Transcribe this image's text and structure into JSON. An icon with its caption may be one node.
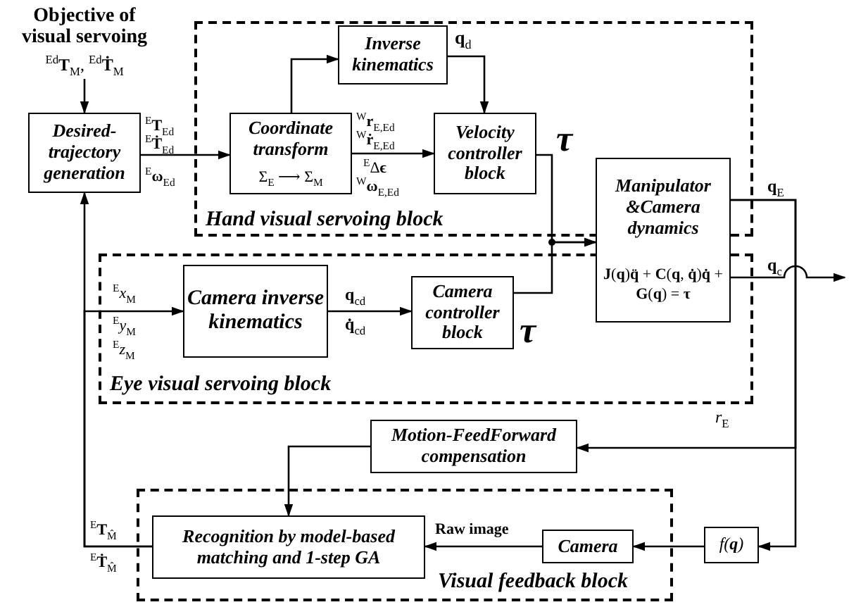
{
  "diagram": {
    "nodes": [
      {
        "text": [
          "Objective of visual servoing",
          "$^{Ed}$**T**$_{M}$, $^{Ed}$**Ṫ**$_{M}$"
        ]
      },
      {
        "text": [
          "Hand visual servoing block"
        ]
      },
      {
        "text": [
          "Inverse kinematics"
        ],
        "in": 1
      },
      {
        "text": [
          "Desired-trajectory generation"
        ]
      },
      {
        "text": [
          "Coordinate transform",
          "Σ$_{E}$ ⟶ Σ$_{M}$"
        ],
        "in": 1
      },
      {
        "text": [
          "Velocity controller block"
        ],
        "in": 1
      },
      {
        "text": [
          "Manipulator &Camera dynamics",
          "**J**(**q**)**q̈** + **C**(**q**, **q̇**)**q̇** + **G**(**q**) = **τ**"
        ]
      },
      {
        "text": [
          "Eye visual servoing block"
        ]
      },
      {
        "text": [
          "Camera inverse kinematics"
        ],
        "in": 7
      },
      {
        "text": [
          "Camera controller block"
        ],
        "in": 7
      },
      {
        "text": [
          "Motion-FeedForward compensation"
        ]
      },
      {
        "text": [
          "Visual feedback block"
        ]
      },
      {
        "text": [
          "Recognition by model-based matching and 1-step GA"
        ],
        "in": 11
      },
      {
        "text": [
          "Camera"
        ],
        "in": 11
      },
      {
        "text": [
          "*f*(**q**)"
        ]
      }
    ],
    "edges": [
      {
        "from": 0,
        "to": 3,
        "arrow": "to"
      },
      {
        "from": 3,
        "to": 4,
        "arrow": "to"
      },
      {
        "from": 4,
        "to": 2,
        "arrow": "to"
      },
      {
        "from": 2,
        "to": 5,
        "arrow": "to"
      },
      {
        "from": 4,
        "to": 5,
        "arrow": "to"
      },
      {
        "from": 5,
        "to": 6,
        "arrow": "to"
      },
      {
        "from": 9,
        "to": 6,
        "arrow": "to"
      },
      {
        "from": 8,
        "to": 9,
        "arrow": "to"
      },
      {
        "from": 12,
        "to": 3,
        "arrow": "to"
      },
      {
        "from": 12,
        "to": 8,
        "arrow": "to"
      },
      {
        "from": 6,
        "to": 14,
        "arrow": "to"
      },
      {
        "from": 6,
        "to": 10,
        "arrow": "to"
      },
      {
        "from": 6,
        "to": null,
        "arrow": "to"
      },
      {
        "from": 10,
        "to": 12,
        "arrow": "to"
      },
      {
        "from": 14,
        "to": 13,
        "arrow": "to"
      },
      {
        "from": 13,
        "to": 12,
        "arrow": "to",
        "label": "Raw image"
      }
    ],
    "labels": [
      "$^{E}$**T**$_{Ed}$",
      "$^{E}$**Ṫ**$_{Ed}$",
      "$^{E}$**ω**$_{Ed}$",
      "**q**$_{d}$",
      "$^{W}$**r**$_{E,Ed}$",
      "$^{W}$**ṙ**$_{E,Ed}$",
      "$^{E}$Δ**ϵ**",
      "$^{W}$**ω**$_{E,Ed}$",
      "τ",
      "τ",
      "**q**$_{E}$",
      "**q**$_{c}$",
      "$^{E}$*x*$_{M}$",
      "$^{E}$*y*$_{M}$",
      "$^{E}$*z*$_{M}$",
      "**q**$_{cd}$",
      "**q̇**$_{cd}$",
      "*r*$_{E}$",
      "$^{E}$**T**$_{M̂}$",
      "$^{E}$**Ṫ**$_{M̂}$"
    ]
  }
}
